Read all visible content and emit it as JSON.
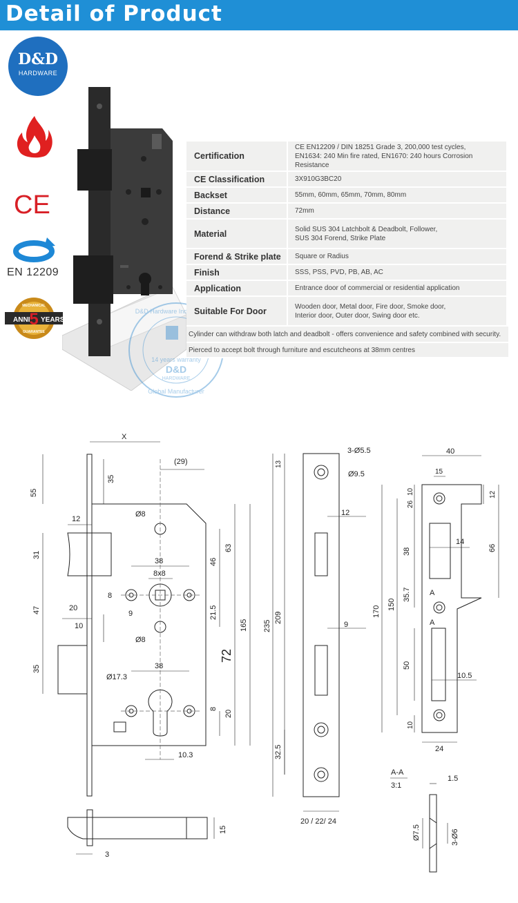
{
  "header": {
    "title": "Detail of Product"
  },
  "brand": {
    "logo_text": "D&D",
    "logo_sub": "HARDWARE",
    "color": "#1f6fbf"
  },
  "badges": {
    "fire": "fire-icon",
    "ce": "CE",
    "en_label": "EN 12209",
    "warranty_top": "MECHANICAL",
    "warranty_left": "ANNI",
    "warranty_num": "5",
    "warranty_right": "YEARS",
    "warranty_bottom": "GUARANTEE"
  },
  "watermark": {
    "line1": "D&D Hardware Industrial Co.,",
    "line2": "14 years warranty",
    "line3": "D&D",
    "line4": "HARDWARE",
    "line5": "Global Manufacturer"
  },
  "spec": {
    "rows": [
      {
        "label": "Certification",
        "value1": "CE EN12209 / DIN 18251 Grade 3, 200,000 test cycles,",
        "value2": "EN1634: 240 Min fire rated, EN1670: 240 hours Corrosion Resistance"
      },
      {
        "label": "CE Classification",
        "value1": "3X910G3BC20",
        "value2": ""
      },
      {
        "label": "Backset",
        "value1": "55mm, 60mm, 65mm, 70mm, 80mm",
        "value2": ""
      },
      {
        "label": "Distance",
        "value1": "72mm",
        "value2": ""
      },
      {
        "label": "Material",
        "value1": "Solid SUS 304 Latchbolt & Deadbolt, Follower,",
        "value2": "SUS 304 Forend, Strike Plate"
      },
      {
        "label": "Forend & Strike plate",
        "value1": "Square or Radius",
        "value2": ""
      },
      {
        "label": "Finish",
        "value1": "SSS, PSS, PVD, PB, AB, AC",
        "value2": ""
      },
      {
        "label": "Application",
        "value1": "Entrance door of commercial or residential application",
        "value2": ""
      },
      {
        "label": "Suitable For Door",
        "value1": "Wooden door, Metal door, Fire door, Smoke door,",
        "value2": "Interior door, Outer door, Swing door etc."
      }
    ],
    "notes": [
      "Cylinder can withdraw both latch and deadbolt - offers convenience and safety combined with security.",
      "Pierced to accept bolt through furniture and escutcheons at 38mm centres"
    ]
  },
  "drawing": {
    "lock_dims": {
      "x": "X",
      "d29": "(29)",
      "d55": "55",
      "d35a": "35",
      "d12": "12",
      "d31": "31",
      "phi8a": "Ø8",
      "d38a": "38",
      "d8x8": "8x8",
      "d46": "46",
      "d63": "63",
      "d8a": "8",
      "d9": "9",
      "d47": "47",
      "d20": "20",
      "d10": "10",
      "d21_5": "21.5",
      "phi8b": "Ø8",
      "d35b": "35",
      "d72": "72",
      "d165": "165",
      "phi17_3": "Ø17.3",
      "d38b": "38",
      "d8b": "8",
      "d20b": "20",
      "d10_3": "10.3",
      "d15": "15",
      "d3": "3"
    },
    "forend_dims": {
      "holes": "3-Ø5.5",
      "phi9_5": "Ø9.5",
      "d13": "13",
      "d12": "12",
      "d9": "9",
      "d235": "235",
      "d209": "209",
      "d32_5": "32.5",
      "width": "20 / 22/ 24"
    },
    "strike_dims": {
      "d40": "40",
      "d15": "15",
      "d10a": "10",
      "d12": "12",
      "d26": "26",
      "d14": "14",
      "d38": "38",
      "d66": "66",
      "d170": "170",
      "d150": "150",
      "d35_7": "35.7",
      "a1": "A",
      "a2": "A",
      "d50": "50",
      "d10_5": "10.5",
      "d10b": "10",
      "d24": "24"
    },
    "section": {
      "title": "A-A",
      "scale": "3:1",
      "d1_5": "1.5",
      "phi7_5": "Ø7.5",
      "holes": "3-Ø6"
    }
  }
}
